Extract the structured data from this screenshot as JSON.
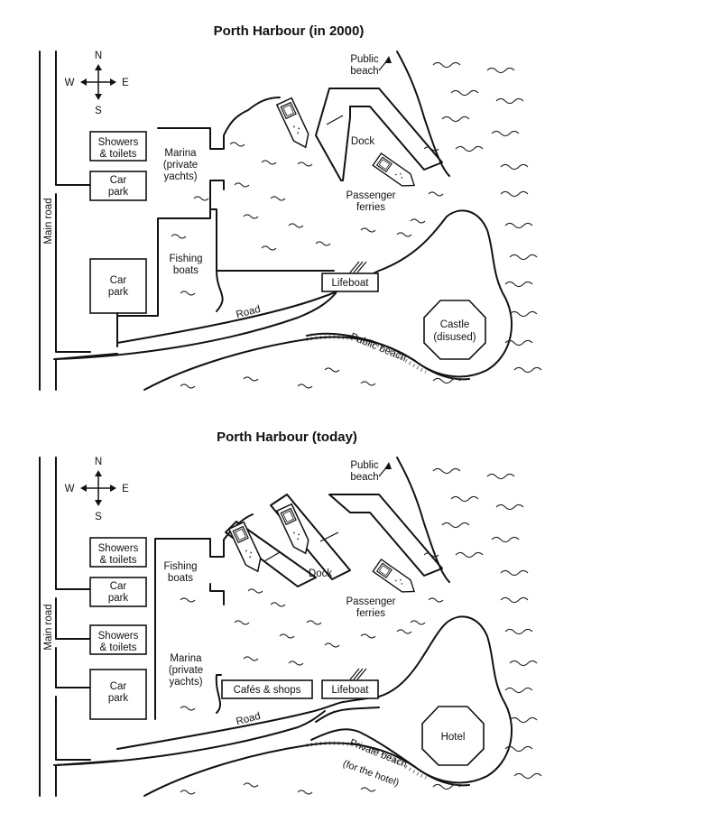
{
  "maps": [
    {
      "title": "Porth Harbour (in 2000)",
      "compass": {
        "n": "N",
        "s": "S",
        "e": "E",
        "w": "W"
      },
      "main_road": "Main road",
      "road": "Road",
      "public_beach_north": [
        "Public",
        "beach"
      ],
      "boxes": {
        "top_facility": [
          "Showers",
          "& toilets"
        ],
        "car_park_1": [
          "Car",
          "park"
        ],
        "car_park_2": [
          "Car",
          "park"
        ],
        "lifeboat": "Lifeboat"
      },
      "basin_top": [
        "Marina",
        "(private",
        "yachts)"
      ],
      "basin_bottom": [
        "Fishing",
        "boats"
      ],
      "dock": "Dock",
      "ferries": [
        "Passenger",
        "ferries"
      ],
      "headland": [
        "Castle",
        "(disused)"
      ],
      "beach_south": "Public beach"
    },
    {
      "title": "Porth Harbour (today)",
      "compass": {
        "n": "N",
        "s": "S",
        "e": "E",
        "w": "W"
      },
      "main_road": "Main road",
      "road": "Road",
      "public_beach_north": [
        "Public",
        "beach"
      ],
      "boxes": {
        "top_facility": [
          "Showers",
          "& toilets"
        ],
        "car_park_1": [
          "Car",
          "park"
        ],
        "showers_2": [
          "Showers",
          "& toilets"
        ],
        "car_park_2": [
          "Car",
          "park"
        ],
        "cafes": "Cafés & shops",
        "lifeboat": "Lifeboat"
      },
      "basin_top": [
        "Fishing",
        "boats"
      ],
      "basin_bottom": [
        "Marina",
        "(private",
        "yachts)"
      ],
      "dock": "Dock",
      "ferries": [
        "Passenger",
        "ferries"
      ],
      "headland": "Hotel",
      "beach_south": [
        "Private beach",
        "(for the hotel)"
      ]
    }
  ]
}
